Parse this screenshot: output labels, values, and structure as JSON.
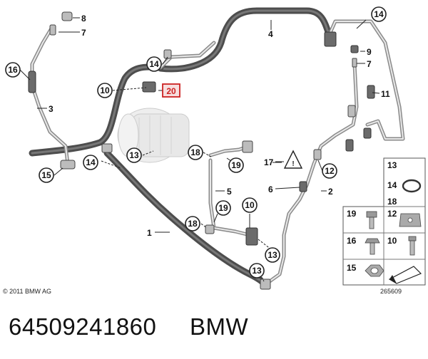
{
  "callouts": [
    {
      "n": "8"
    },
    {
      "n": "7"
    },
    {
      "n": "16"
    },
    {
      "n": "3"
    },
    {
      "n": "15"
    },
    {
      "n": "14"
    },
    {
      "n": "13"
    },
    {
      "n": "10"
    },
    {
      "n": "20"
    },
    {
      "n": "14"
    },
    {
      "n": "4"
    },
    {
      "n": "14"
    },
    {
      "n": "9"
    },
    {
      "n": "7"
    },
    {
      "n": "11"
    },
    {
      "n": "18"
    },
    {
      "n": "19"
    },
    {
      "n": "17"
    },
    {
      "n": "12"
    },
    {
      "n": "6"
    },
    {
      "n": "2"
    },
    {
      "n": "5"
    },
    {
      "n": "10"
    },
    {
      "n": "19"
    },
    {
      "n": "18"
    },
    {
      "n": "1"
    },
    {
      "n": "13"
    },
    {
      "n": "13"
    }
  ],
  "legend": {
    "cells": [
      {
        "n": "13"
      },
      {
        "n": "14"
      },
      {
        "n": "18"
      },
      {
        "n": "19"
      },
      {
        "n": "12"
      },
      {
        "n": "16"
      },
      {
        "n": "10"
      },
      {
        "n": "15"
      }
    ]
  },
  "footer": {
    "copyright": "© 2011 BMW AG",
    "diagram_code": "265609"
  },
  "caption": {
    "part_number": "64509241860",
    "brand": "BMW"
  },
  "colors": {
    "highlight_callout": "#cc2222",
    "highlight_fill": "#f7dede"
  }
}
